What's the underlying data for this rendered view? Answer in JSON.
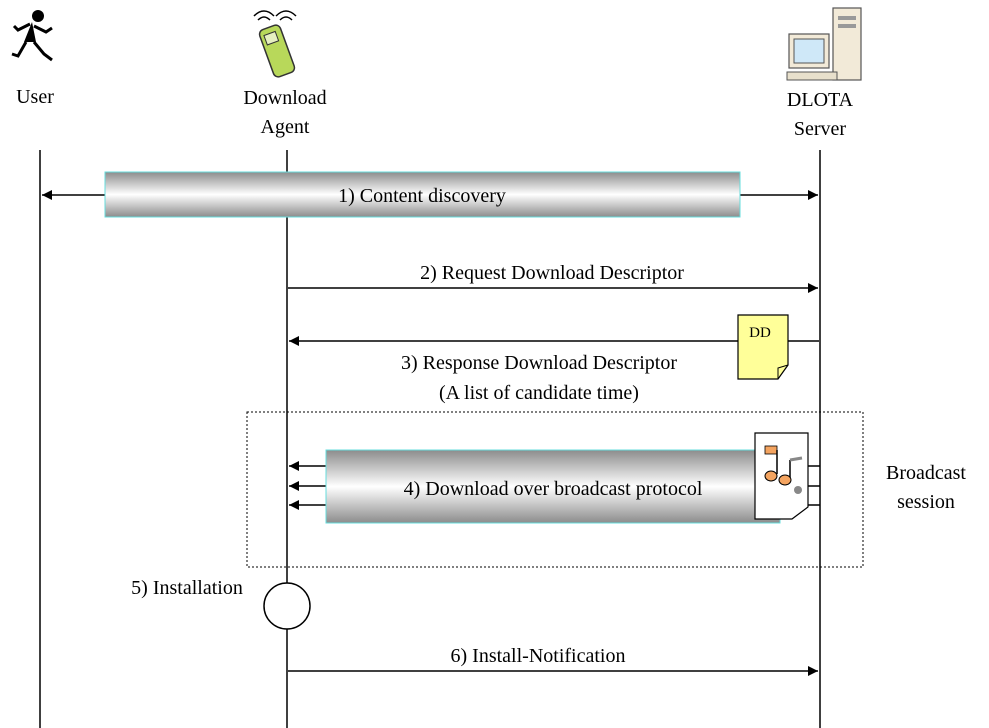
{
  "actors": {
    "user": {
      "label": "User",
      "icon": "running-person-icon"
    },
    "agent": {
      "label_line1": "Download",
      "label_line2": "Agent",
      "icon": "mobile-phone-icon"
    },
    "server": {
      "label_line1": "DLOTA",
      "label_line2": "Server",
      "icon": "desktop-computer-icon"
    }
  },
  "steps": {
    "s1": "1) Content discovery",
    "s2": "2) Request Download Descriptor",
    "s3_line1": "3) Response Download Descriptor",
    "s3_line2": "(A list of candidate time)",
    "s4": "4) Download over broadcast protocol",
    "s5": "5) Installation",
    "s6": "6) Install-Notification"
  },
  "document": {
    "label": "DD"
  },
  "broadcast": {
    "line1": "Broadcast",
    "line2": "session"
  },
  "colors": {
    "document_fill": "#ffff99",
    "bar_edge": "#8c8c8c",
    "bar_mid": "#ffffff",
    "bar_outline": "#66dddd"
  }
}
